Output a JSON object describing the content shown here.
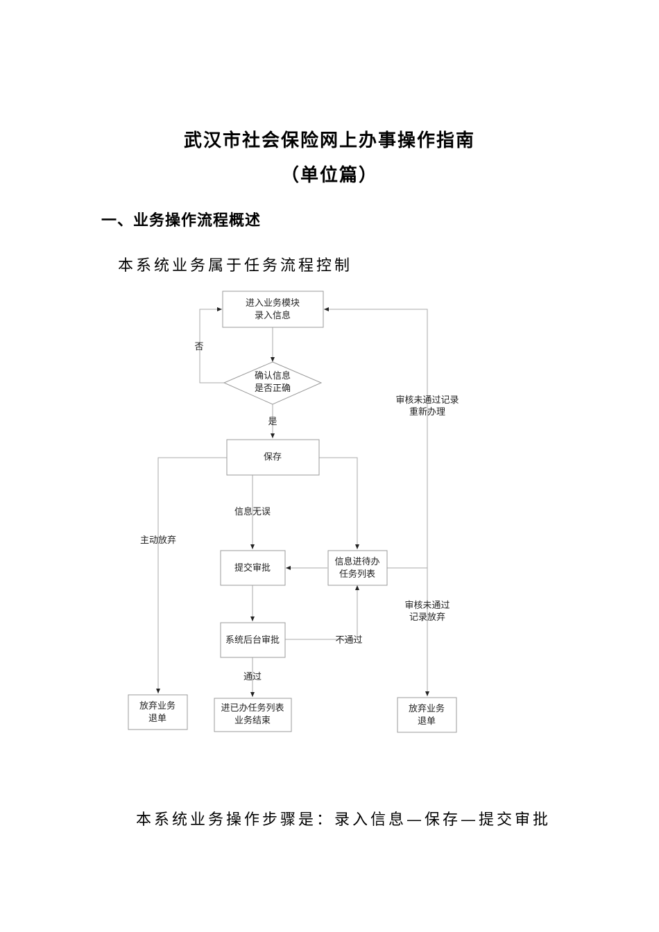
{
  "document": {
    "title": "武汉市社会保险网上办事操作指南",
    "subtitle": "（单位篇）",
    "section_heading": "一、业务操作流程概述",
    "intro_text": "本系统业务属于任务流程控制",
    "steps_text": "本系统业务操作步骤是：录入信息—保存—提交审批"
  },
  "flowchart": {
    "nodes": {
      "enter_module": [
        "进入业务模块",
        "录入信息"
      ],
      "confirm_info": [
        "确认信息",
        "是否正确"
      ],
      "save": "保存",
      "submit_approval": "提交审批",
      "pending_list": [
        "信息进待办",
        "任务列表"
      ],
      "backend_approval": "系统后台审批",
      "abandon_left": [
        "放弃业务",
        "退单"
      ],
      "done_list": [
        "进已办任务列表",
        "业务结束"
      ],
      "abandon_right": [
        "放弃业务",
        "退单"
      ]
    },
    "labels": {
      "no": "否",
      "yes": "是",
      "info_correct": "信息无误",
      "active_abandon": "主动放弃",
      "not_passed": "不通过",
      "passed": "通过",
      "redo_failed": [
        "审核未通过记录",
        "重新办理"
      ],
      "abandon_failed": [
        "审核未通过",
        "记录放弃"
      ]
    }
  }
}
